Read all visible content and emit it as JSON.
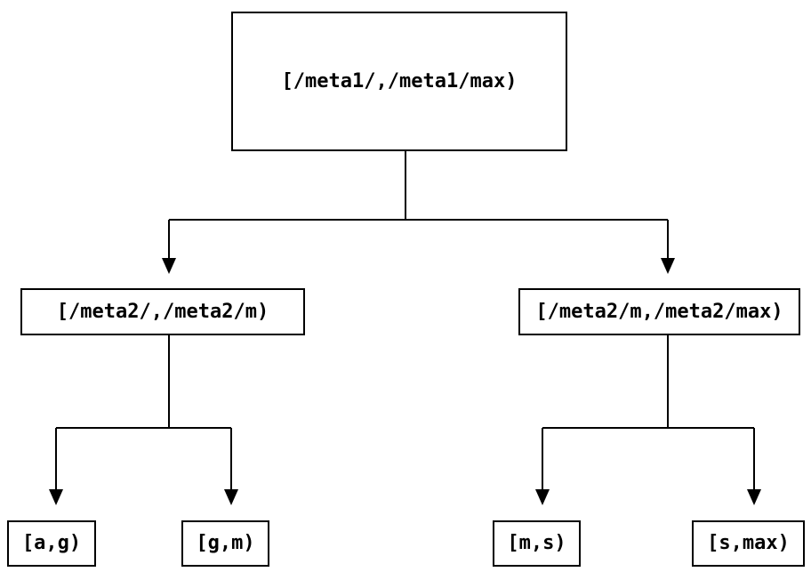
{
  "diagram": {
    "kind": "binary-interval-partition-tree",
    "colors": {
      "background": "#ffffff",
      "line": "#000000",
      "text": "#000000",
      "node_fill": "#ffffff"
    },
    "root": {
      "label": "[/meta1/,/meta1/max)",
      "children": [
        {
          "label": "[/meta2/,/meta2/m)",
          "children": [
            {
              "label": "[a,g)"
            },
            {
              "label": "[g,m)"
            }
          ]
        },
        {
          "label": "[/meta2/m,/meta2/max)",
          "children": [
            {
              "label": "[m,s)"
            },
            {
              "label": "[s,max)"
            }
          ]
        }
      ]
    }
  }
}
